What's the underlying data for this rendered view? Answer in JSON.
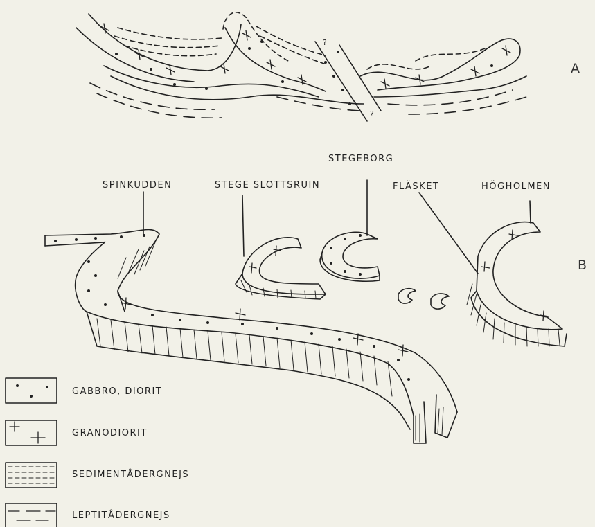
{
  "section_labels": {
    "a": "A",
    "b": "B"
  },
  "question_mark": "?",
  "locality_labels": {
    "spinkudden": "SPINKUDDEN",
    "stege_slottsruin": "STEGE  SLOTTSRUIN",
    "stegeborg": "STEGEBORG",
    "flasket": "FLÄSKET",
    "hogholmen": "HÖGHOLMEN"
  },
  "legend": [
    {
      "key": "gabbro",
      "label": "GABBRO, DIORIT",
      "symbol": "dots"
    },
    {
      "key": "granodiorit",
      "label": "GRANODIORIT",
      "symbol": "crosses"
    },
    {
      "key": "sediment",
      "label": "SEDIMENTÅDERGNEJS",
      "symbol": "fine-dashes"
    },
    {
      "key": "leptit",
      "label": "LEPTITÅDERGNEJS",
      "symbol": "long-dashes"
    }
  ]
}
